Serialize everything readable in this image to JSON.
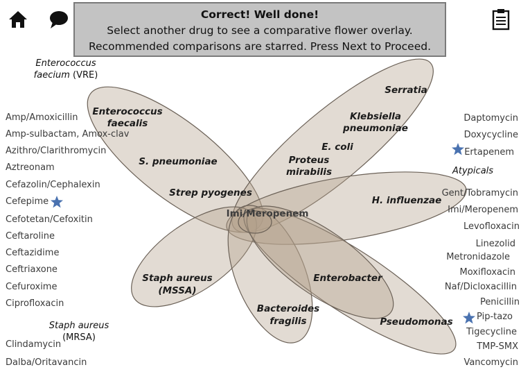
{
  "banner": {
    "line1": "Correct!  Well done!",
    "line2": "Select another drug to see a comparative flower overlay.",
    "line3": "Recommended comparisons are starred.  Press Next to Proceed."
  },
  "icons": {
    "home": "home-icon",
    "chat": "speech-bubble-icon",
    "notes": "clipboard-icon"
  },
  "side_organisms": {
    "enterococcus_vre_name": "Enterococcus faecium",
    "enterococcus_vre_name_l1": "Enterococcus",
    "enterococcus_vre_name_l2": "faecium",
    "enterococcus_vre_suffix": "(VRE)",
    "staph_mrsa_name": "Staph aureus",
    "staph_mrsa_suffix": "(MRSA)",
    "atypicals": "Atypicals"
  },
  "left_drugs": [
    "Amp/Amoxicillin",
    "Amp-sulbactam, Amox-clav",
    "Azithro/Clarithromycin",
    "Aztreonam",
    "Cefazolin/Cephalexin",
    "Cefepime",
    "Cefotetan/Cefoxitin",
    "Ceftaroline",
    "Ceftazidime",
    "Ceftriaxone",
    "Cefuroxime",
    "Ciprofloxacin",
    "Clindamycin",
    "Dalba/Oritavancin"
  ],
  "right_drugs": [
    "Daptomycin",
    "Doxycycline",
    "Ertapenem",
    "Gent/Tobramycin",
    "Imi/Meropenem",
    "Levofloxacin",
    "Linezolid",
    "Metronidazole",
    "Moxifloxacin",
    "Naf/Dicloxacillin",
    "Penicillin",
    "Pip-tazo",
    "Tigecycline",
    "TMP-SMX",
    "Vancomycin"
  ],
  "starred": [
    "Cefepime",
    "Ertapenem",
    "Pip-tazo"
  ],
  "star_color": "#4a72b0",
  "flower": {
    "center_label": "Imi/Meropenem",
    "petal_color": "#b4a08c",
    "organisms": {
      "enterococcus_l1": "Enterococcus",
      "enterococcus_l2": "faecalis",
      "s_pneumoniae": "S. pneumoniae",
      "strep_pyogenes": "Strep pyogenes",
      "serratia": "Serratia",
      "klebsiella_l1": "Klebsiella",
      "klebsiella_l2": "pneumoniae",
      "e_coli": "E. coli",
      "proteus_l1": "Proteus",
      "proteus_l2": "mirabilis",
      "h_influenzae": "H. influenzae",
      "staph_l1": "Staph aureus",
      "staph_l2": "(MSSA)",
      "enterobacter": "Enterobacter",
      "bacteroides_l1": "Bacteroides",
      "bacteroides_l2": "fragilis",
      "pseudomonas": "Pseudomonas"
    }
  }
}
